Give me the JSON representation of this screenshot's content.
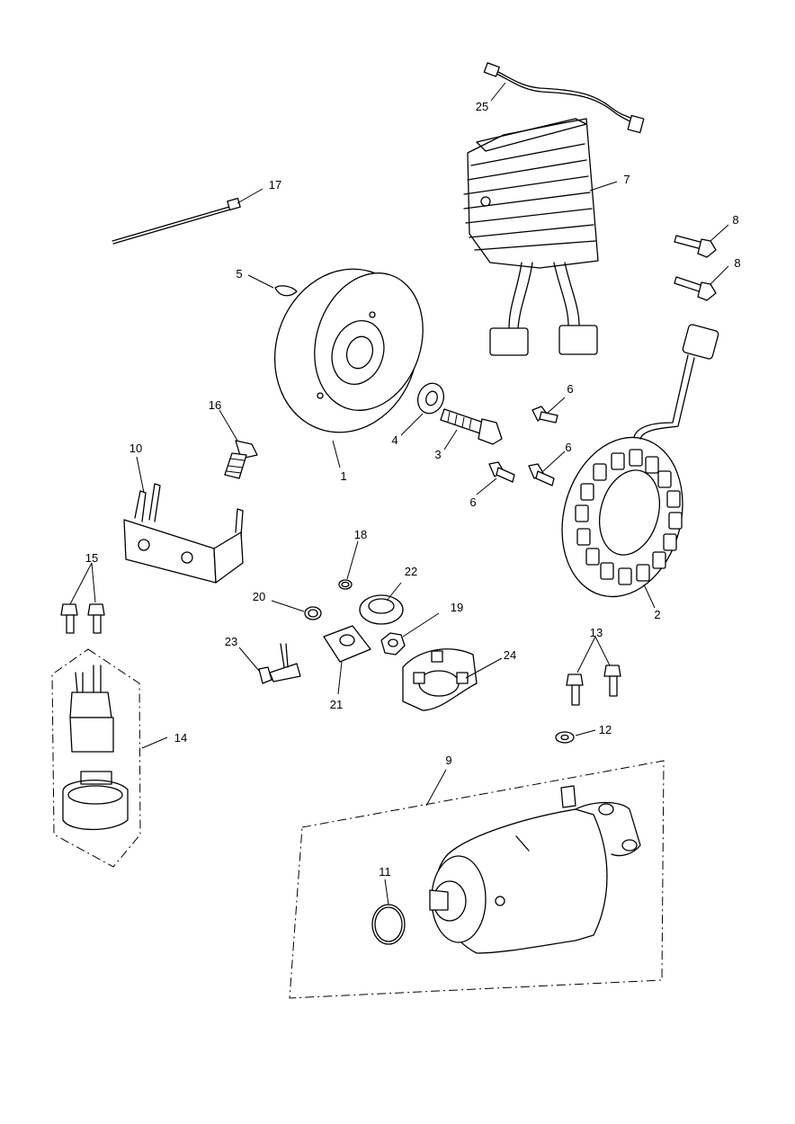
{
  "callouts": [
    {
      "id": "c1",
      "text": "1"
    },
    {
      "id": "c2",
      "text": "2"
    },
    {
      "id": "c3",
      "text": "3"
    },
    {
      "id": "c4",
      "text": "4"
    },
    {
      "id": "c5",
      "text": "5"
    },
    {
      "id": "c6a",
      "text": "6"
    },
    {
      "id": "c6b",
      "text": "6"
    },
    {
      "id": "c6c",
      "text": "6"
    },
    {
      "id": "c7",
      "text": "7"
    },
    {
      "id": "c8a",
      "text": "8"
    },
    {
      "id": "c8b",
      "text": "8"
    },
    {
      "id": "c9",
      "text": "9"
    },
    {
      "id": "c10",
      "text": "10"
    },
    {
      "id": "c11",
      "text": "11"
    },
    {
      "id": "c12",
      "text": "12"
    },
    {
      "id": "c13",
      "text": "13"
    },
    {
      "id": "c14",
      "text": "14"
    },
    {
      "id": "c15",
      "text": "15"
    },
    {
      "id": "c16",
      "text": "16"
    },
    {
      "id": "c17",
      "text": "17"
    },
    {
      "id": "c18",
      "text": "18"
    },
    {
      "id": "c19",
      "text": "19"
    },
    {
      "id": "c20",
      "text": "20"
    },
    {
      "id": "c21",
      "text": "21"
    },
    {
      "id": "c22",
      "text": "22"
    },
    {
      "id": "c23",
      "text": "23"
    },
    {
      "id": "c24",
      "text": "24"
    },
    {
      "id": "c25",
      "text": "25"
    }
  ],
  "colors": {
    "ink": "#000000",
    "paper": "#ffffff"
  }
}
